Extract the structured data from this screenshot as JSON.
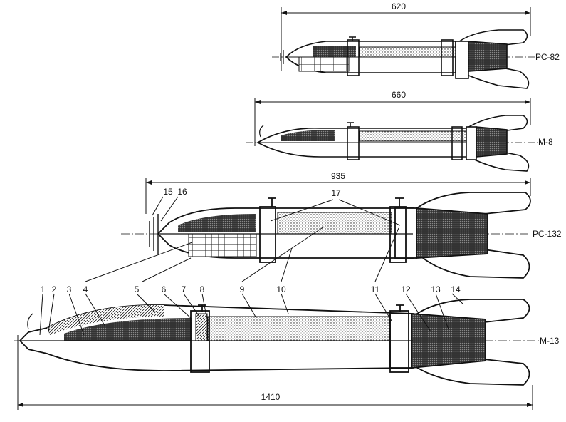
{
  "rockets": [
    {
      "name": "РС-82",
      "length": "620"
    },
    {
      "name": "М-8",
      "length": "660"
    },
    {
      "name": "РС-132",
      "length": "935"
    },
    {
      "name": "М-13",
      "length": "1410"
    }
  ],
  "callouts": [
    "1",
    "2",
    "3",
    "4",
    "5",
    "6",
    "7",
    "8",
    "9",
    "10",
    "11",
    "12",
    "13",
    "14",
    "15",
    "16",
    "17"
  ],
  "colors": {
    "ink": "#111111",
    "background": "#ffffff"
  }
}
